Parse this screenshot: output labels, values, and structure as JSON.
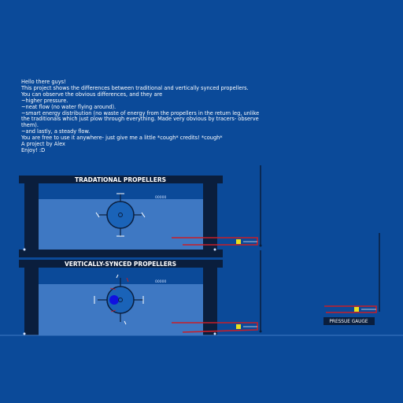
{
  "intro": {
    "lines": [
      "Hello there guys!",
      "",
      "This project shows the differences between traditional and vertically synced propellers.",
      "You can observe the obvious differences, and they are",
      "~higher pressure.",
      "~neat flow (no water flying around).",
      "~smart energy distribution (no waste of energy from the propellers in the return leg, unlike",
      "the traditionals which just plow through everything. Made very obvious by tracers- observe",
      "them).",
      "~and lastly, a steady flow.",
      "",
      "You are free to use it anywhere- just give me a little *cough* credits! *cough*",
      "A project by Alex",
      "Enjoy! :D"
    ]
  },
  "tanks": [
    {
      "title": "TRADATIONAL PROPELLERS",
      "counter": "00000"
    },
    {
      "title": "VERTICALLY-SYNCED PROPELLERS",
      "counter": "00000"
    }
  ],
  "gauge": {
    "label": "PRESSUE GAUGE"
  },
  "colors": {
    "background": "#0b4a99",
    "frame": "#0a1e3d",
    "water": "#3e78c3",
    "pipe": "#c81e28",
    "indicator": "#e8e020",
    "propeller_hub": "#1a63b8"
  }
}
